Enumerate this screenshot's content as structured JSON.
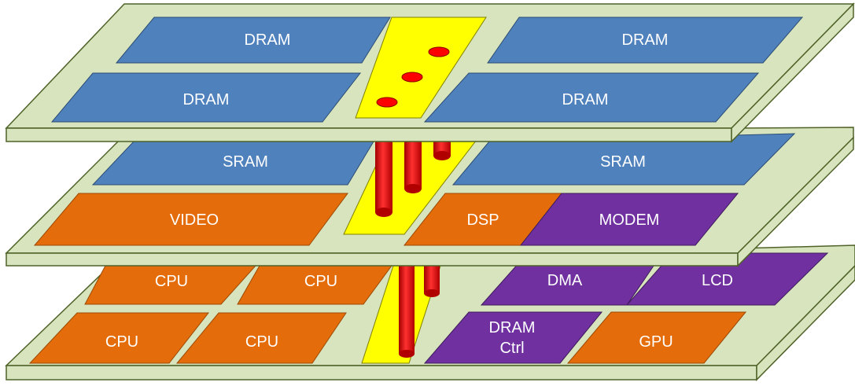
{
  "layers": {
    "bottom": {
      "blocks": {
        "cpu1": "CPU",
        "cpu2": "CPU",
        "cpu3": "CPU",
        "cpu4": "CPU",
        "dma": "DMA",
        "lcd": "LCD",
        "dram_ctrl_line1": "DRAM",
        "dram_ctrl_line2": "Ctrl",
        "gpu": "GPU"
      }
    },
    "middle": {
      "blocks": {
        "sram1": "SRAM",
        "sram2": "SRAM",
        "video": "VIDEO",
        "dsp": "DSP",
        "modem": "MODEM"
      }
    },
    "top": {
      "blocks": {
        "dram1": "DRAM",
        "dram2": "DRAM",
        "dram3": "DRAM",
        "dram4": "DRAM"
      }
    }
  },
  "colors": {
    "board": "#D7E4BD",
    "board_edge": "#4F6228",
    "memory_block": "#4F81BD",
    "logic_block": "#E46C0A",
    "io_block": "#7030A0",
    "tsv_strip": "#FFFF00",
    "tsv": "#FF0000"
  }
}
